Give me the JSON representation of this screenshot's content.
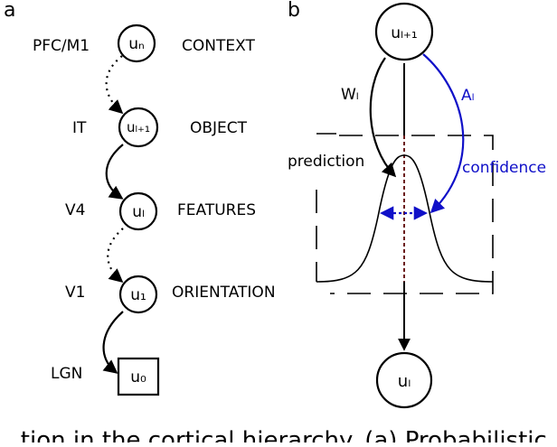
{
  "panel_a": {
    "label": "a",
    "levels": [
      {
        "area": "PFC/M1",
        "node": "uₙ",
        "role": "CONTEXT"
      },
      {
        "area": "IT",
        "node": "uₗ₊₁",
        "role": "OBJECT"
      },
      {
        "area": "V4",
        "node": "uₗ",
        "role": "FEATURES"
      },
      {
        "area": "V1",
        "node": "u₁",
        "role": "ORIENTATION"
      },
      {
        "area": "LGN",
        "node": "u₀",
        "role": ""
      }
    ]
  },
  "panel_b": {
    "label": "b",
    "top_node": "uₗ₊₁",
    "bottom_node": "uₗ",
    "weight_label": "Wₗ",
    "attention_label": "Aₗ",
    "prediction_label": "prediction",
    "confidence_label": "confidence"
  },
  "colors": {
    "ink": "#000000",
    "attention": "#1010c8",
    "mean_line": "#6b1a1a"
  },
  "caption_fragment": "...tion in the cortical hierarchy. (a) Probabilistic..."
}
